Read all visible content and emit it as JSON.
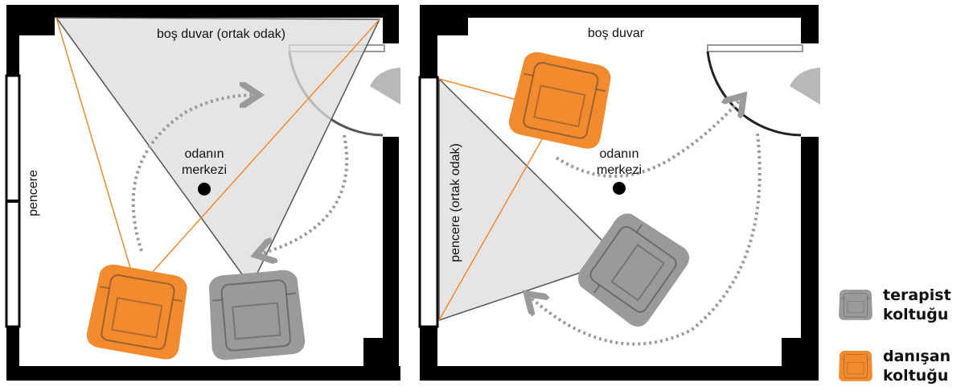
{
  "colors": {
    "wall": "#000000",
    "client_chair": "#f28a2e",
    "therapist_chair": "#9a9a9a",
    "sightline": "#f28a2e",
    "focus_area": "#dcdcdc",
    "path": "#9a9a9a"
  },
  "left_plan": {
    "top_label": "boş duvar (ortak odak)",
    "side_label": "pencere",
    "center_label_line1": "odanın",
    "center_label_line2": "merkezi"
  },
  "right_plan": {
    "top_label": "boş duvar",
    "side_label": "pencere (ortak odak)",
    "center_label_line1": "odanın",
    "center_label_line2": "merkezi"
  },
  "legend": {
    "therapist": {
      "line1": "terapist",
      "line2": "koltuğu",
      "icon": "armchair-icon"
    },
    "client": {
      "line1": "danışan",
      "line2": "koltuğu",
      "icon": "armchair-icon"
    }
  }
}
